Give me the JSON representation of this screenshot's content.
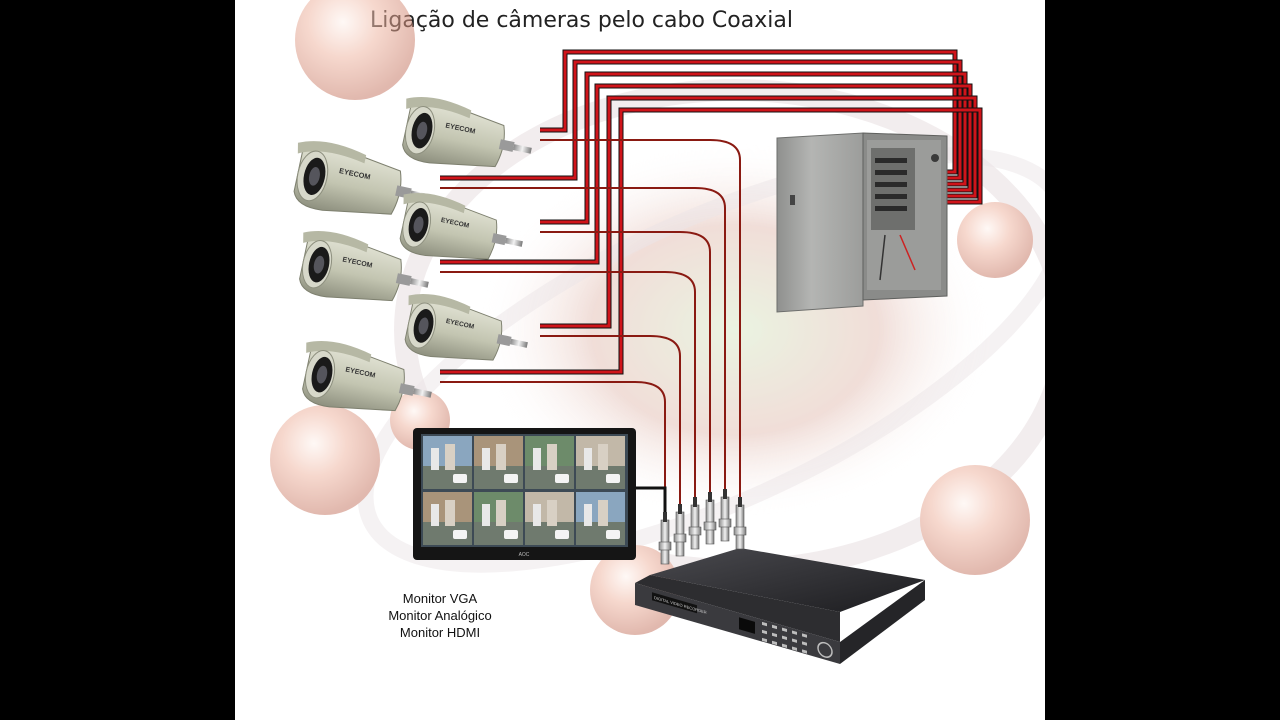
{
  "title": "Ligação de câmeras pelo cabo Coaxial",
  "cameras": [
    {
      "label": "EYECOM"
    },
    {
      "label": "EYECOM"
    },
    {
      "label": "EYECOM"
    },
    {
      "label": "EYECOM"
    },
    {
      "label": "EYECOM"
    },
    {
      "label": "EYECOM"
    }
  ],
  "monitor": {
    "brand": "AOC",
    "labels": [
      "Monitor VGA",
      "Monitor Analógico",
      "Monitor HDMI"
    ]
  },
  "dvr": {
    "panel_text": "DIGITAL VIDEO RECORDER"
  },
  "colors": {
    "power_cable": "#d0141a",
    "video_cable": "#8a1a12",
    "camera_body": "#c9cbb8",
    "power_box": "#a9aaa8",
    "dvr_body": "#2b2b2e"
  }
}
